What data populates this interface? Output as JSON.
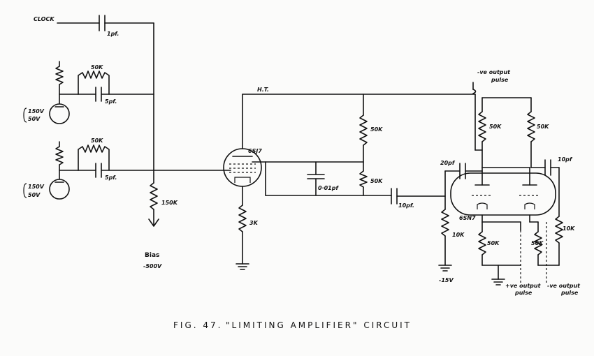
{
  "labels": {
    "clock": "CLOCK",
    "c_clock": "1pf.",
    "r50k_1": "50K",
    "c5pf_1": "5pf.",
    "v1": "150V",
    "v1b": "50V",
    "r50k_2": "50K",
    "c5pf_2": "5pf.",
    "v2": "150V",
    "v2b": "50V",
    "r150k": "150K",
    "bias": "Bias",
    "bias_v": "-500V",
    "ht": "H.T.",
    "tube1": "6SJ7",
    "r50k_3": "50K",
    "c001": "0·01pf",
    "r50k_4": "50K",
    "r3k": "3K",
    "c10pf_mid": "10pf.",
    "neg_out": "-ve output",
    "neg_out2": "pulse",
    "r50k_5": "50K",
    "r50k_6": "50K",
    "c20pf": "20pf",
    "c10pf_r": "10pf",
    "tube2": "6SN7",
    "r10k_l": "10K",
    "v_neg15": "-15V",
    "r50k_7": "50K",
    "r50k_8": "50K",
    "r10k_r": "10K",
    "pos_out_a": "+ve output",
    "pos_out_b": "pulse",
    "neg_out_a": "-ve output",
    "neg_out_b": "pulse"
  },
  "caption": {
    "fig": "FIG. 47.",
    "title": "\"LIMITING  AMPLIFIER\"  CIRCUIT"
  }
}
